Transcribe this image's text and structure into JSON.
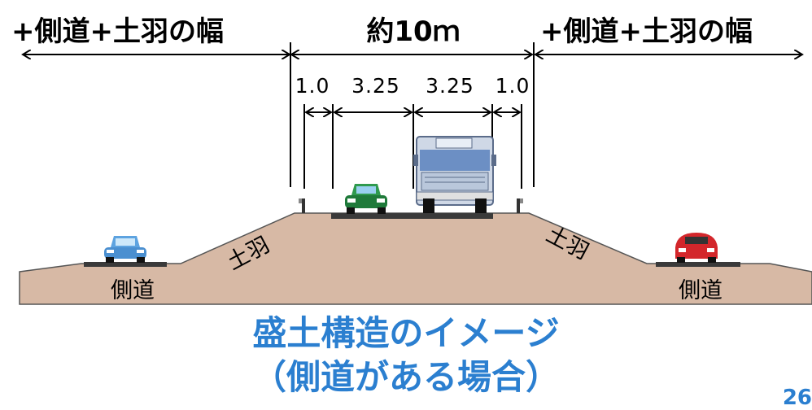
{
  "labels": {
    "top_left": "+側道+土羽の幅",
    "top_center": "約10ｍ",
    "top_right": "+側道+土羽の幅",
    "dim_1": "1.0",
    "dim_2": "3.25",
    "dim_3": "3.25",
    "dim_4": "1.0",
    "slope_left": "土羽",
    "slope_right": "土羽",
    "side_left": "側道",
    "side_right": "側道"
  },
  "caption": {
    "line1": "盛土構造のイメージ",
    "line2": "（側道がある場合）"
  },
  "page_number": "26",
  "colors": {
    "embankment": "#d7b9a5",
    "road": "#3a3a3a",
    "caption": "#2b7fd0",
    "car_green": "#1f7a3a",
    "car_blue": "#4a8fd0",
    "car_red": "#d3262b",
    "truck": "#cfd8e6"
  }
}
